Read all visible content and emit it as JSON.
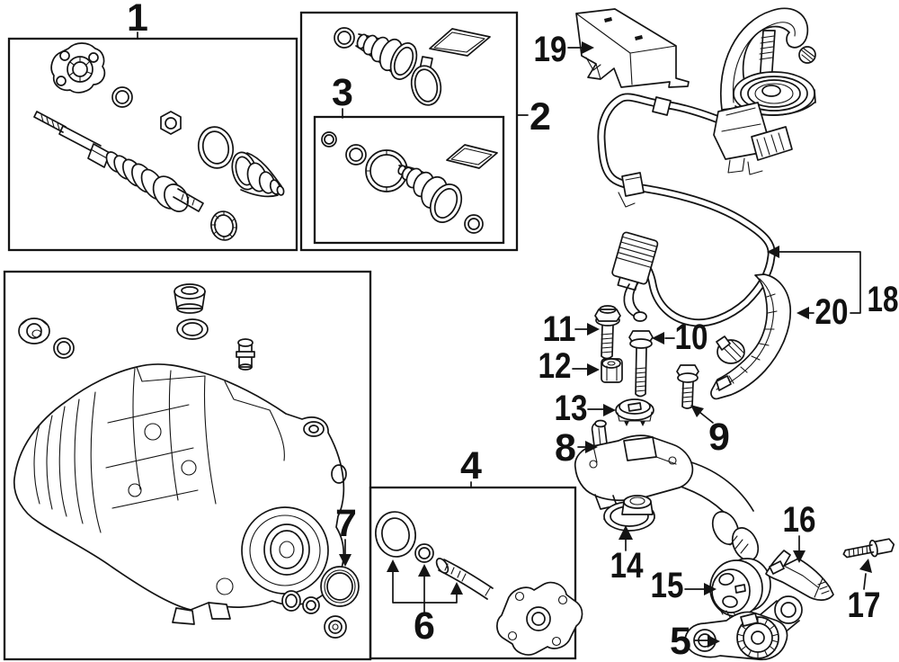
{
  "figure": {
    "kind": "exploded-parts-line-diagram",
    "colors": {
      "line": "#141414",
      "background": "#ffffff"
    },
    "callouts": [
      "1",
      "2",
      "3",
      "4",
      "5",
      "6",
      "7",
      "8",
      "9",
      "10",
      "11",
      "12",
      "13",
      "14",
      "15",
      "16",
      "17",
      "18",
      "19",
      "20"
    ]
  }
}
